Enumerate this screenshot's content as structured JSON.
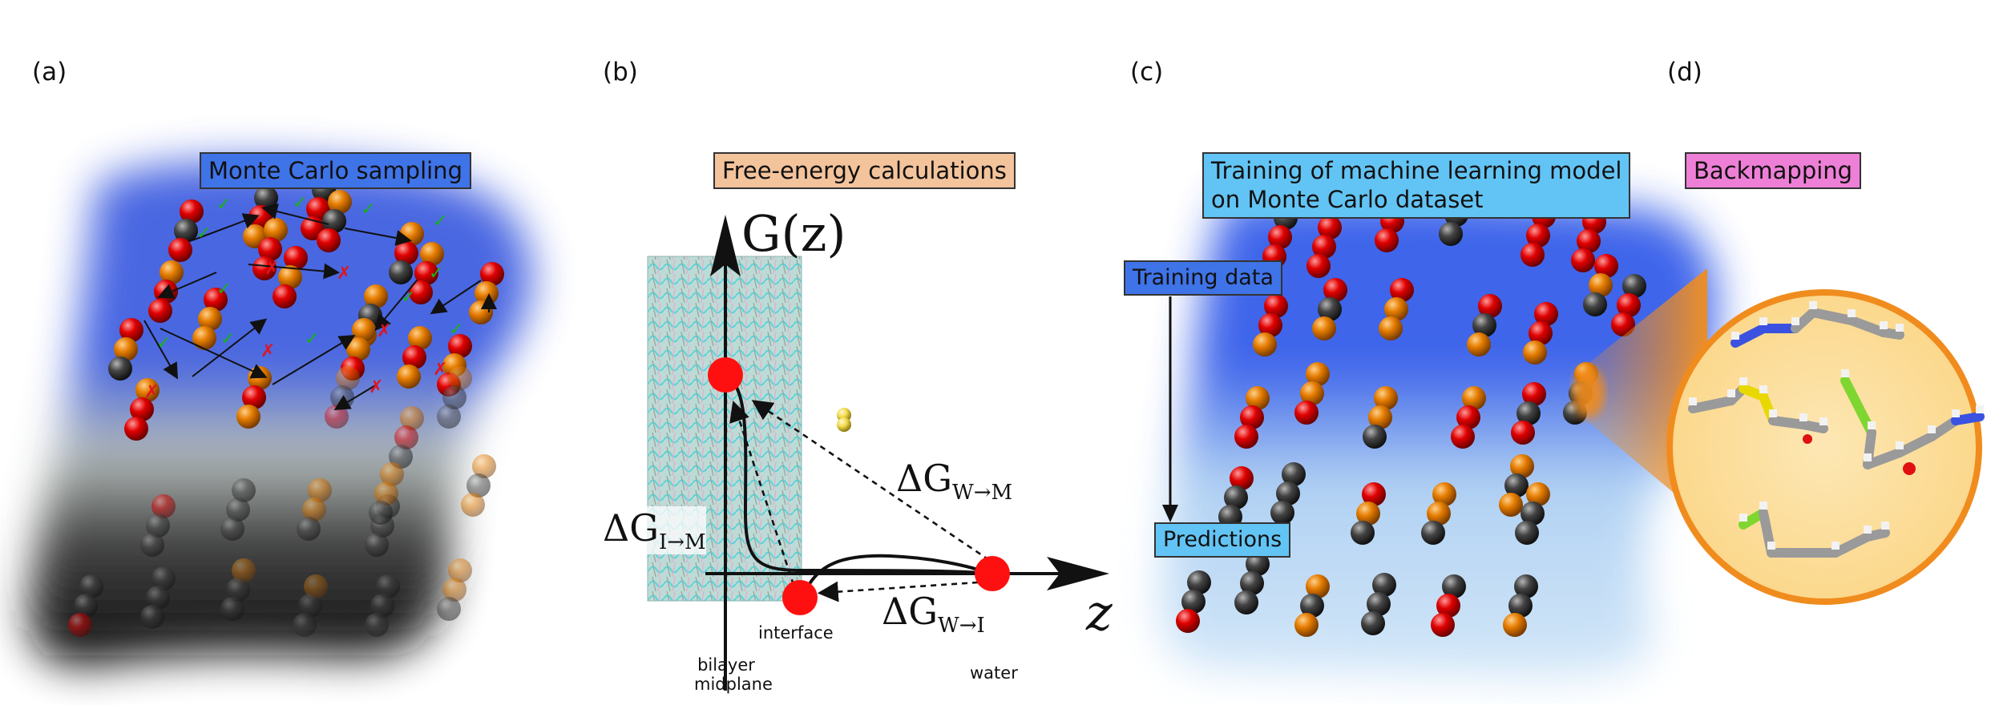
{
  "panels": {
    "a": {
      "letter": "(a)",
      "title": "Monte Carlo sampling"
    },
    "b": {
      "letter": "(b)",
      "title": "Free-energy calculations",
      "axis_y": "G(z)",
      "axis_x": "z",
      "dg_wm": "ΔG",
      "dg_wm_sub": "W→M",
      "dg_im": "ΔG",
      "dg_im_sub": "I→M",
      "dg_wi": "ΔG",
      "dg_wi_sub": "W→I",
      "label_interface": "interface",
      "label_bilayer_1": "bilayer",
      "label_bilayer_2": "midplane",
      "label_water": "water"
    },
    "c": {
      "letter": "(c)",
      "title_line1": "Training of machine learning model",
      "title_line2": "on Monte Carlo dataset",
      "training_data": "Training data",
      "predictions": "Predictions"
    },
    "d": {
      "letter": "(d)",
      "title": "Backmapping"
    }
  },
  "colors": {
    "bead_red": "#d30000",
    "bead_orange": "#e07800",
    "bead_black": "#3a3a3a",
    "accept_check": "#18b318",
    "reject_cross": "#e0141e",
    "mc_blue": "#3f73e8",
    "free_energy_peach": "#f3c39b",
    "training_cyan": "#62c4f4",
    "backmapping_pink": "#ee7fd7",
    "zoom_orange": "#f08c1e",
    "zoom_fill": "#fbe1a8",
    "state_dot_red": "#ff1010"
  }
}
